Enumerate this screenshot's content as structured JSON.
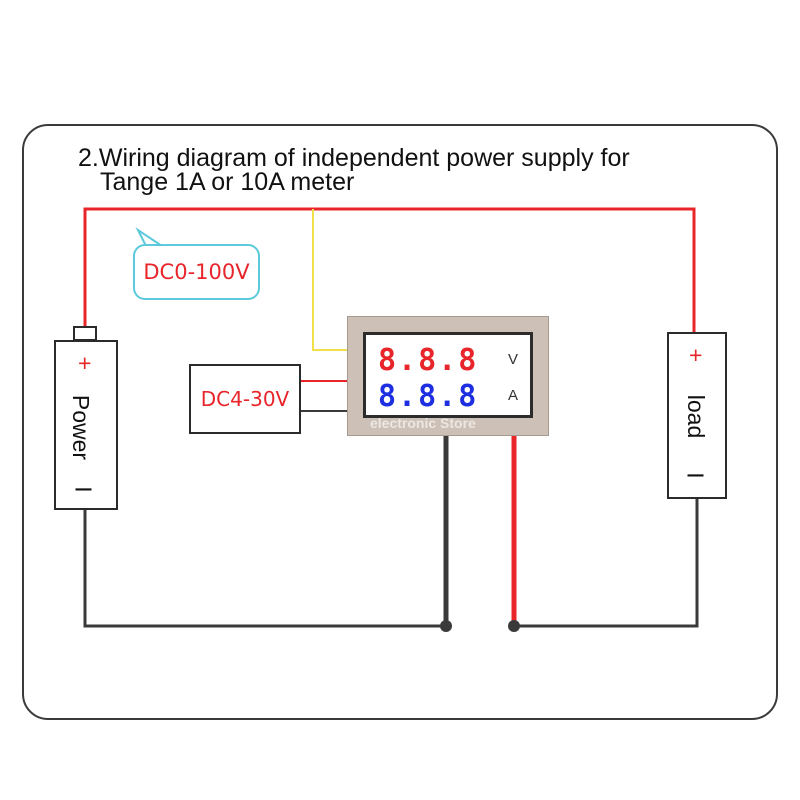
{
  "title": {
    "line1": "2.Wiring diagram of independent power supply for",
    "line2": "Tange 1A or 10A meter"
  },
  "voltage_range_label": "DC0-100V",
  "supply_label": "DC4-30V",
  "power": {
    "plus": "+",
    "label": "Power",
    "minus": "I"
  },
  "load": {
    "plus": "+",
    "label": "load",
    "minus": "I"
  },
  "meter": {
    "voltage_readout": "8.8.8",
    "voltage_unit": "V",
    "current_readout": "8.8.8",
    "current_unit": "A",
    "watermark": "electronic Store"
  },
  "colors": {
    "positive_wire": "#e8252a",
    "negative_wire": "#3a3a3a",
    "signal_wire": "#f2e04a",
    "bubble_border": "#5cc9dc",
    "voltage_digits": "#e8252a",
    "current_digits": "#1d2fe0"
  }
}
